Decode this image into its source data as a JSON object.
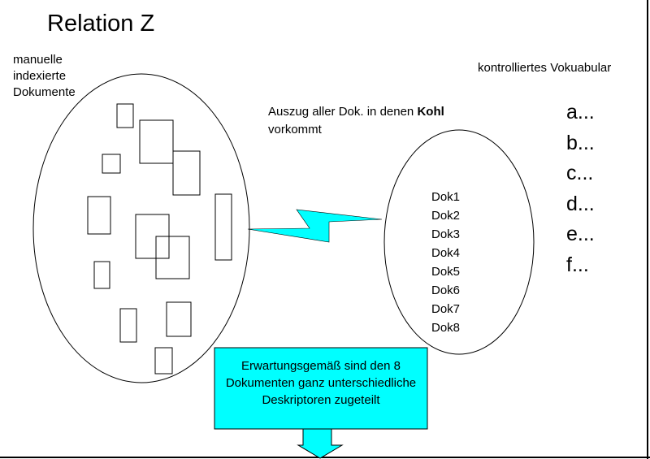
{
  "title": "Relation Z",
  "left_set": {
    "label_lines": [
      "manuelle",
      "indexierte",
      "Dokumente"
    ]
  },
  "vocabulary": {
    "label": "kontrolliertes Vokuabular",
    "items": [
      "a...",
      "b...",
      "c...",
      "d...",
      "e...",
      "f..."
    ]
  },
  "extract": {
    "label_prefix": "Auszug aller Dok. in denen ",
    "label_bold": "Kohl",
    "label_line2": "vorkommt",
    "documents": [
      "Dok1",
      "Dok2",
      "Dok3",
      "Dok4",
      "Dok5",
      "Dok6",
      "Dok7",
      "Dok8"
    ]
  },
  "note": {
    "text": "Erwartungsgemäß sind den 8 Dokumenten ganz unterschiedliche Deskriptoren zugeteilt"
  },
  "colors": {
    "cyan": "#00ffff",
    "line": "#000000"
  }
}
